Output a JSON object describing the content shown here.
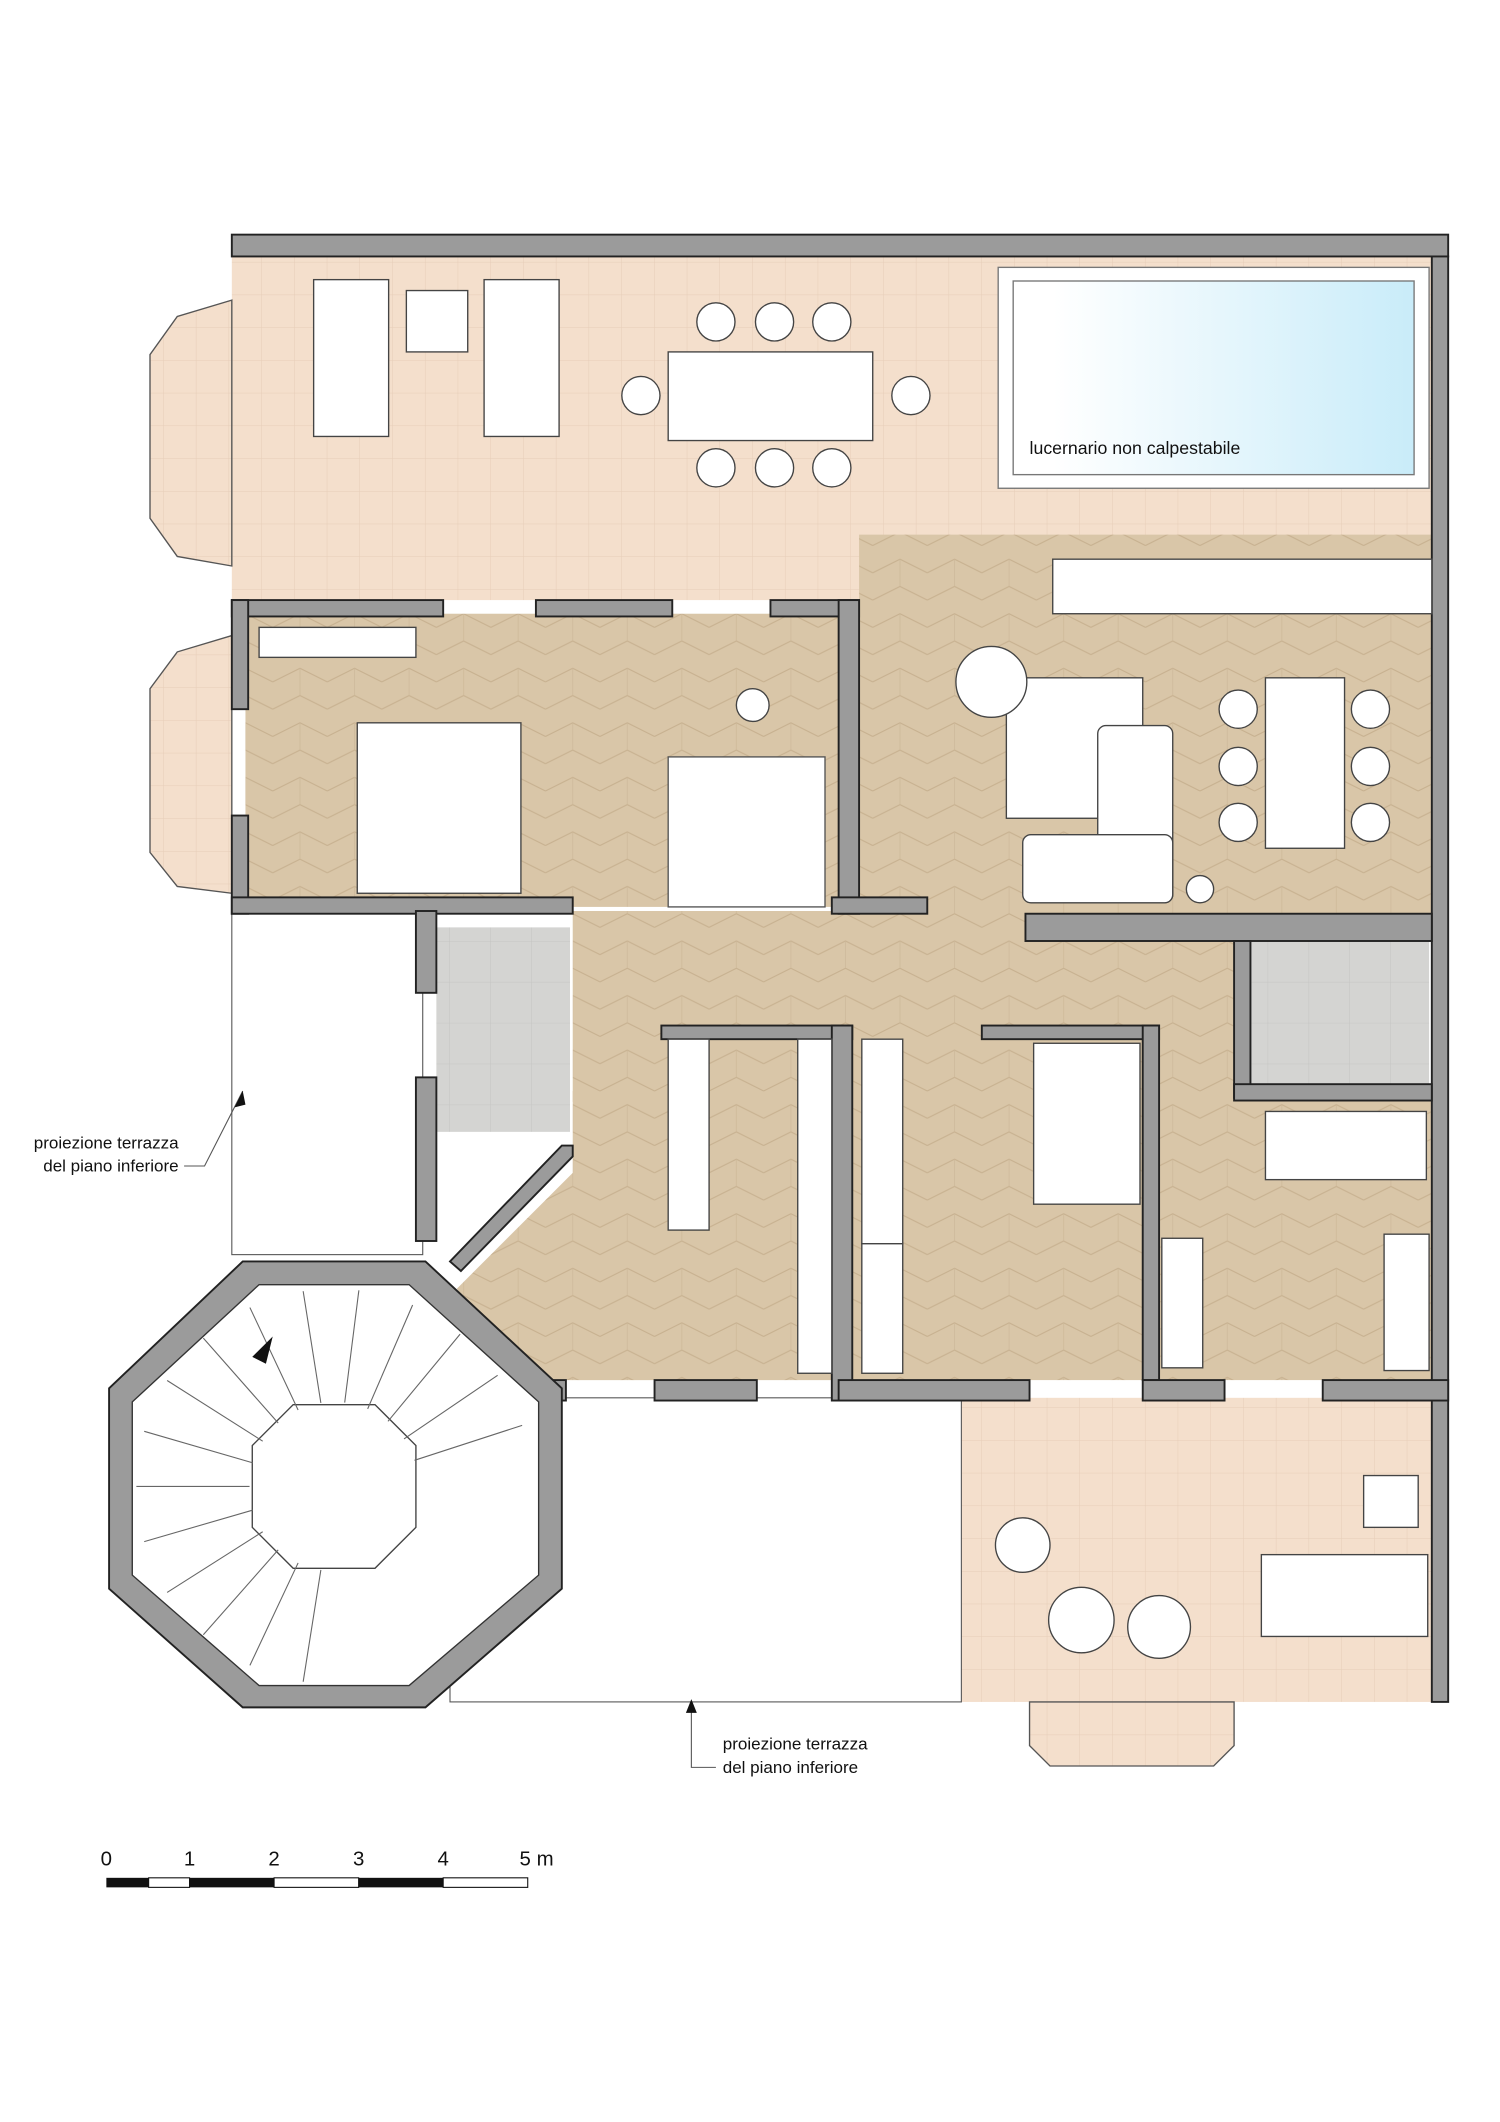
{
  "labels": {
    "skylight": "lucernario non calpestabile",
    "projection_left_line1": "proiezione terrazza",
    "projection_left_line2": "del piano inferiore",
    "projection_bottom_line1": "proiezione terrazza",
    "projection_bottom_line2": "del piano inferiore"
  },
  "scale_bar": {
    "ticks": [
      "0",
      "1",
      "2",
      "3",
      "4",
      "5 m"
    ]
  },
  "colors": {
    "terrace": "#f4dfcc",
    "wood": "#d9c6a8",
    "bathroom": "#d4d4d2",
    "wall": "#9b9b9b",
    "skylight": "#cdeefa"
  }
}
